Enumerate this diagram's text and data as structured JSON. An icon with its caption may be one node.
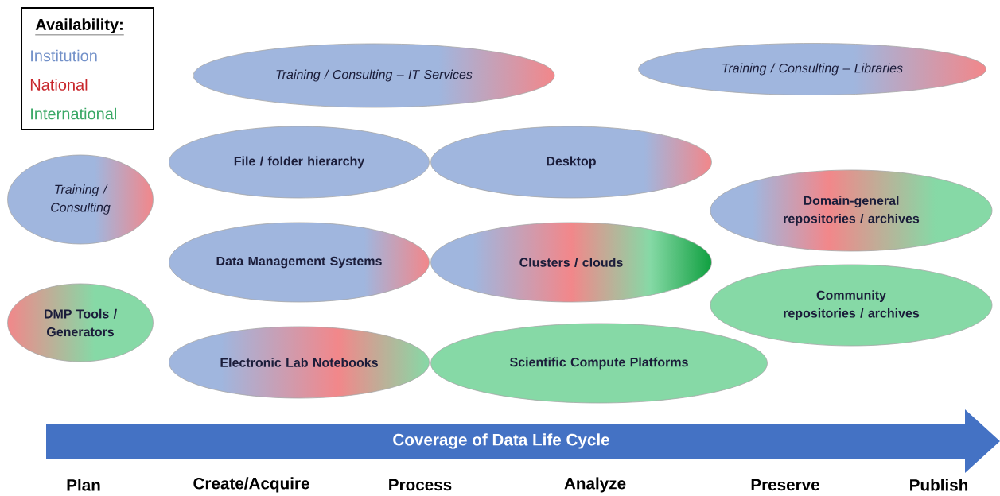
{
  "diagram": {
    "nodes": [
      {
        "text": [
          "Training / Consulting – IT Services"
        ]
      },
      {
        "text": [
          "Training / Consulting – Libraries"
        ]
      },
      {
        "text": [
          "Training / Consulting"
        ]
      },
      {
        "text": [
          "File / folder hierarchy"
        ]
      },
      {
        "text": [
          "Desktop"
        ]
      },
      {
        "text": [
          "Domain-general repositories / archives"
        ]
      },
      {
        "text": [
          "Data Management Systems"
        ]
      },
      {
        "text": [
          "Clusters / clouds"
        ]
      },
      {
        "text": [
          "DMP Tools / Generators"
        ]
      },
      {
        "text": [
          "Community repositories / archives"
        ]
      },
      {
        "text": [
          "Electronic Lab Notebooks"
        ]
      },
      {
        "text": [
          "Scientific Compute Platforms"
        ]
      },
      {
        "text": [
          "Coverage of Data Life Cycle"
        ]
      }
    ],
    "labels": [
      "Availability:",
      "Plan",
      "Create/Acquire",
      "Process",
      "Analyze",
      "Preserve",
      "Publish"
    ],
    "legend": [
      {
        "text": "Institution",
        "color": "#7391c9"
      },
      {
        "text": "National",
        "color": "#c8262b"
      },
      {
        "text": "International",
        "color": "#3aa866"
      }
    ]
  }
}
